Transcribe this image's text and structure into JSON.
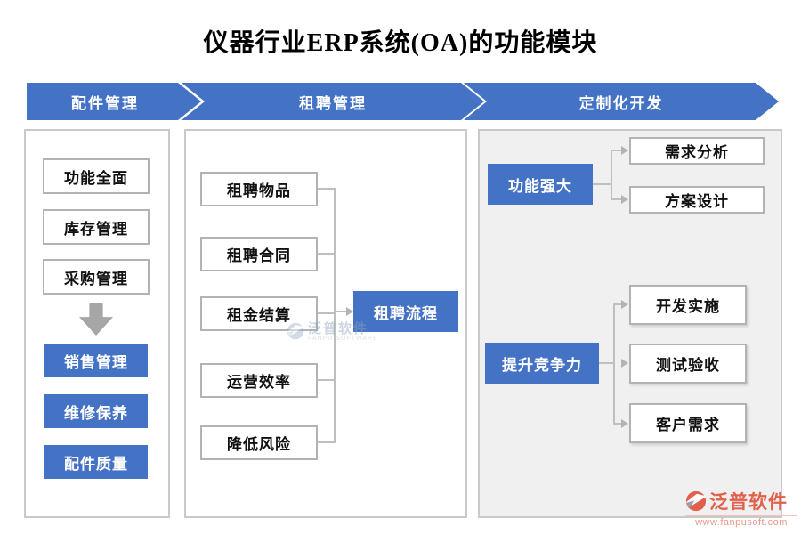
{
  "title": "仪器行业ERP系统(OA)的功能模块",
  "colors": {
    "accent_blue": "#4472c4",
    "right_panel_bg": "#f0f0f0",
    "connector_gray": "#bfbfbf",
    "flow_arrow_gray": "#a6a6a6",
    "logo_coral": "#e2604b"
  },
  "headers": [
    "配件管理",
    "租聘管理",
    "定制化开发"
  ],
  "left_panel": {
    "white_boxes": [
      "功能全面",
      "库存管理",
      "采购管理"
    ],
    "blue_boxes": [
      "销售管理",
      "维修保养",
      "配件质量"
    ]
  },
  "middle_panel": {
    "white_boxes": [
      "租聘物品",
      "租聘合同",
      "租金结算",
      "运营效率",
      "降低风险"
    ],
    "blue_box": "租聘流程"
  },
  "right_panel": {
    "groups": [
      {
        "blue_box": "功能强大",
        "white_boxes": [
          "需求分析",
          "方案设计"
        ]
      },
      {
        "blue_box": "提升竞争力",
        "white_boxes": [
          "开发实施",
          "测试验收",
          "客户需求"
        ]
      }
    ]
  },
  "watermark": {
    "text": "泛普软件",
    "subtext": "FANPU SOFTWARE"
  },
  "logo": {
    "text": "泛普软件",
    "url": "www.fanpusoft.com"
  }
}
